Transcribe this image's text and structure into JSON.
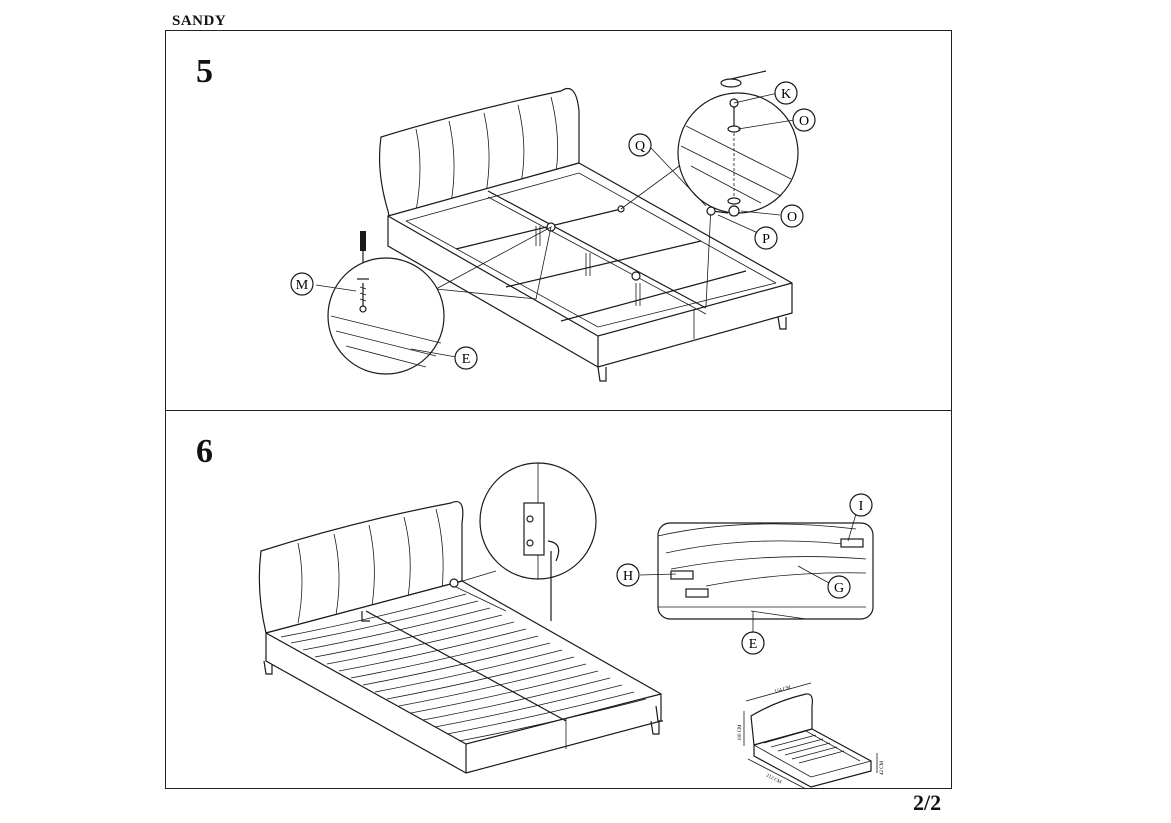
{
  "header": {
    "brand": "SANDY"
  },
  "footer": {
    "page_number": "2/2"
  },
  "steps": [
    {
      "number": "5",
      "labels": [
        "K",
        "O",
        "Q",
        "O",
        "P",
        "M",
        "E"
      ]
    },
    {
      "number": "6",
      "labels": [
        "I",
        "H",
        "G",
        "E"
      ]
    }
  ],
  "dimensions": {
    "width": "154 CM",
    "height": "100 CM",
    "length": "212 CM",
    "depth": "42 CM"
  }
}
